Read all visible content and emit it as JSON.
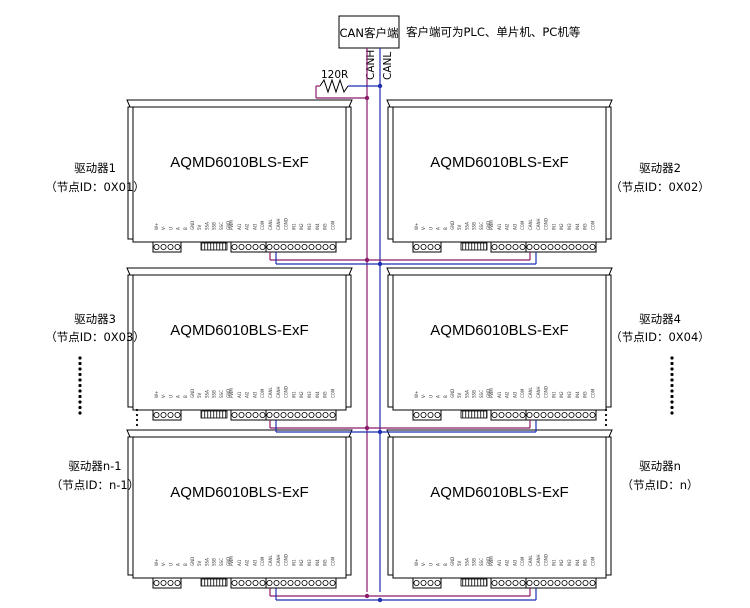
{
  "client": {
    "box_label": "CAN客户端",
    "note": "客户端可为PLC、单片机、PC机等",
    "canh_label": "CANH",
    "canl_label": "CANL",
    "resistor_label": "120R"
  },
  "drivers": [
    {
      "model": "AQMD6010BLS-ExF",
      "name": "驱动器1",
      "node": "（节点ID：0X01）",
      "side": "left"
    },
    {
      "model": "AQMD6010BLS-ExF",
      "name": "驱动器2",
      "node": "（节点ID：0X02）",
      "side": "right"
    },
    {
      "model": "AQMD6010BLS-ExF",
      "name": "驱动器3",
      "node": "（节点ID：0X03）",
      "side": "left"
    },
    {
      "model": "AQMD6010BLS-ExF",
      "name": "驱动器4",
      "node": "（节点ID：0X04）",
      "side": "right"
    },
    {
      "model": "AQMD6010BLS-ExF",
      "name": "驱动器n-1",
      "node": "（节点ID：n-1）",
      "side": "left"
    },
    {
      "model": "AQMD6010BLS-ExF",
      "name": "驱动器n",
      "node": "（节点ID：n）",
      "side": "right"
    }
  ],
  "pins_left": [
    "W+",
    "V-",
    "U",
    "A",
    "B",
    "GND",
    "5V",
    "SSA",
    "SSB",
    "SSC",
    "GND"
  ],
  "pins_right": [
    "PWM",
    "AI1",
    "AI2",
    "AI3",
    "COM",
    "CANL",
    "CANH",
    "CGND",
    "IN1",
    "IN2",
    "IN3",
    "IN4",
    "IN5",
    "COM"
  ],
  "colors": {
    "canh": "#8b1a6b",
    "canl": "#1f2fb0",
    "line": "#000000"
  }
}
